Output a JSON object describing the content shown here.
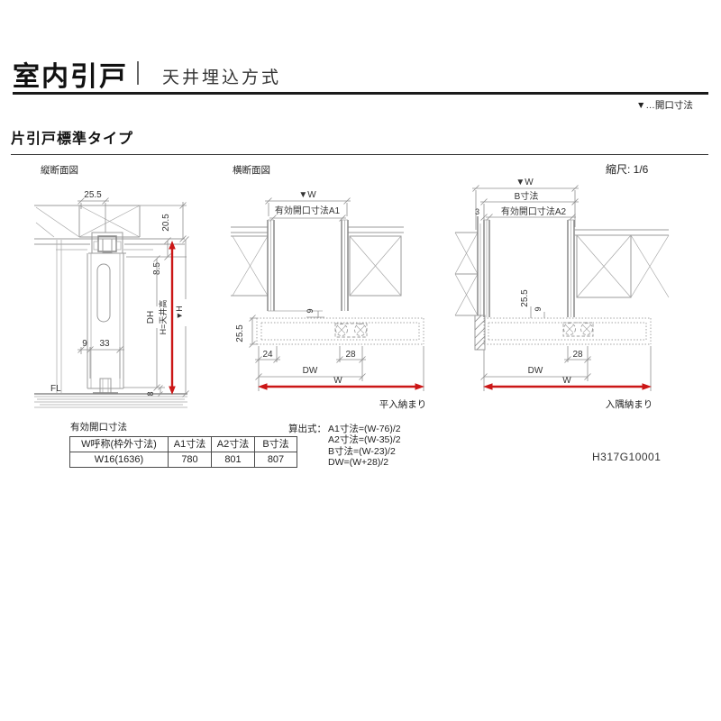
{
  "header": {
    "title": "室内引戸",
    "subtitle": "天井埋込方式",
    "note": "▼…開口寸法"
  },
  "section": {
    "title": "片引戸標準タイプ",
    "scale": "縮尺: 1/6"
  },
  "labels": {
    "vertical_section": "縦断面図",
    "horizontal_section": "横断面図"
  },
  "vsec": {
    "d25_5": "25.5",
    "d20_5": "20.5",
    "d8_5": "8.5",
    "d9": "9",
    "d33": "33",
    "d8": "8",
    "fl": "FL",
    "dh": "DH",
    "h_ceiling": "H=天井高",
    "h_mark": "▼H"
  },
  "hsec": {
    "w_mark": "▼W",
    "a1_label": "有効開口寸法A1",
    "d9": "9",
    "d25_5": "25.5",
    "d24": "24",
    "d28": "28",
    "dw": "DW",
    "w": "W",
    "caption": "平入納まり"
  },
  "csec": {
    "w_mark": "▼W",
    "b_label": "B寸法",
    "d3": "3",
    "a2_label": "有効開口寸法A2",
    "d25_5": "25.5",
    "d9": "9",
    "d28": "28",
    "dw": "DW",
    "w": "W",
    "caption": "入隅納まり"
  },
  "table": {
    "title": "有効開口寸法",
    "headers": [
      "W呼称(枠外寸法)",
      "A1寸法",
      "A2寸法",
      "B寸法"
    ],
    "rows": [
      [
        "W16(1636)",
        "780",
        "801",
        "807"
      ]
    ]
  },
  "formulas": {
    "label": "算出式：",
    "lines": [
      "A1寸法=(W-76)/2",
      "A2寸法=(W-35)/2",
      "B寸法=(W-23)/2",
      "DW=(W+28)/2"
    ]
  },
  "doc_code": "H317G10001",
  "colors": {
    "line": "#9b9b9b",
    "text": "#333333",
    "accent_red": "#cb1616"
  }
}
